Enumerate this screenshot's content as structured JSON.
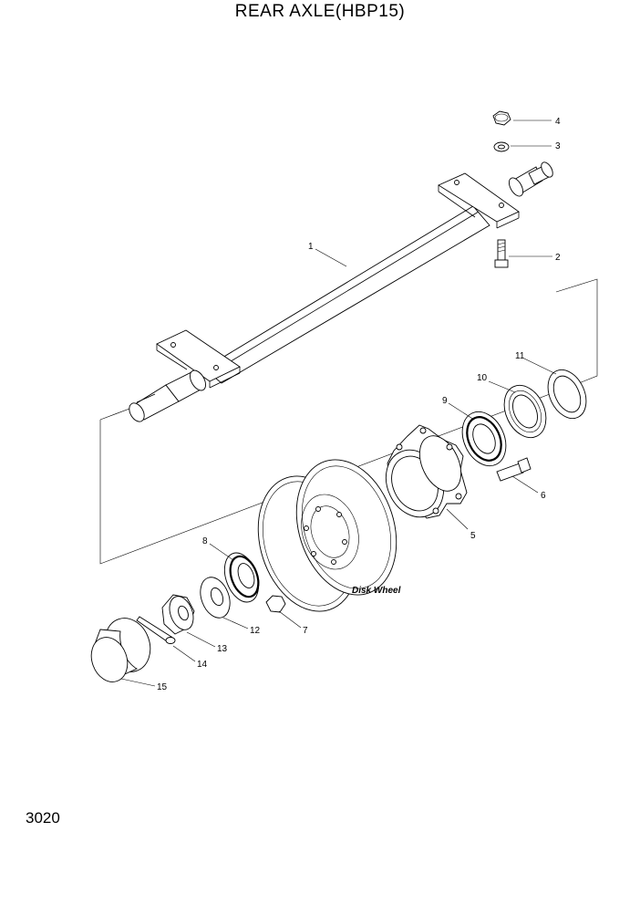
{
  "title": "REAR AXLE(HBP15)",
  "page_number": "3020",
  "disk_wheel_label": "Disk Wheel",
  "callouts": {
    "c1": "1",
    "c2": "2",
    "c3": "3",
    "c4": "4",
    "c5": "5",
    "c6": "6",
    "c7": "7",
    "c8": "8",
    "c9": "9",
    "c10": "10",
    "c11": "11",
    "c12": "12",
    "c13": "13",
    "c14": "14",
    "c15": "15"
  }
}
